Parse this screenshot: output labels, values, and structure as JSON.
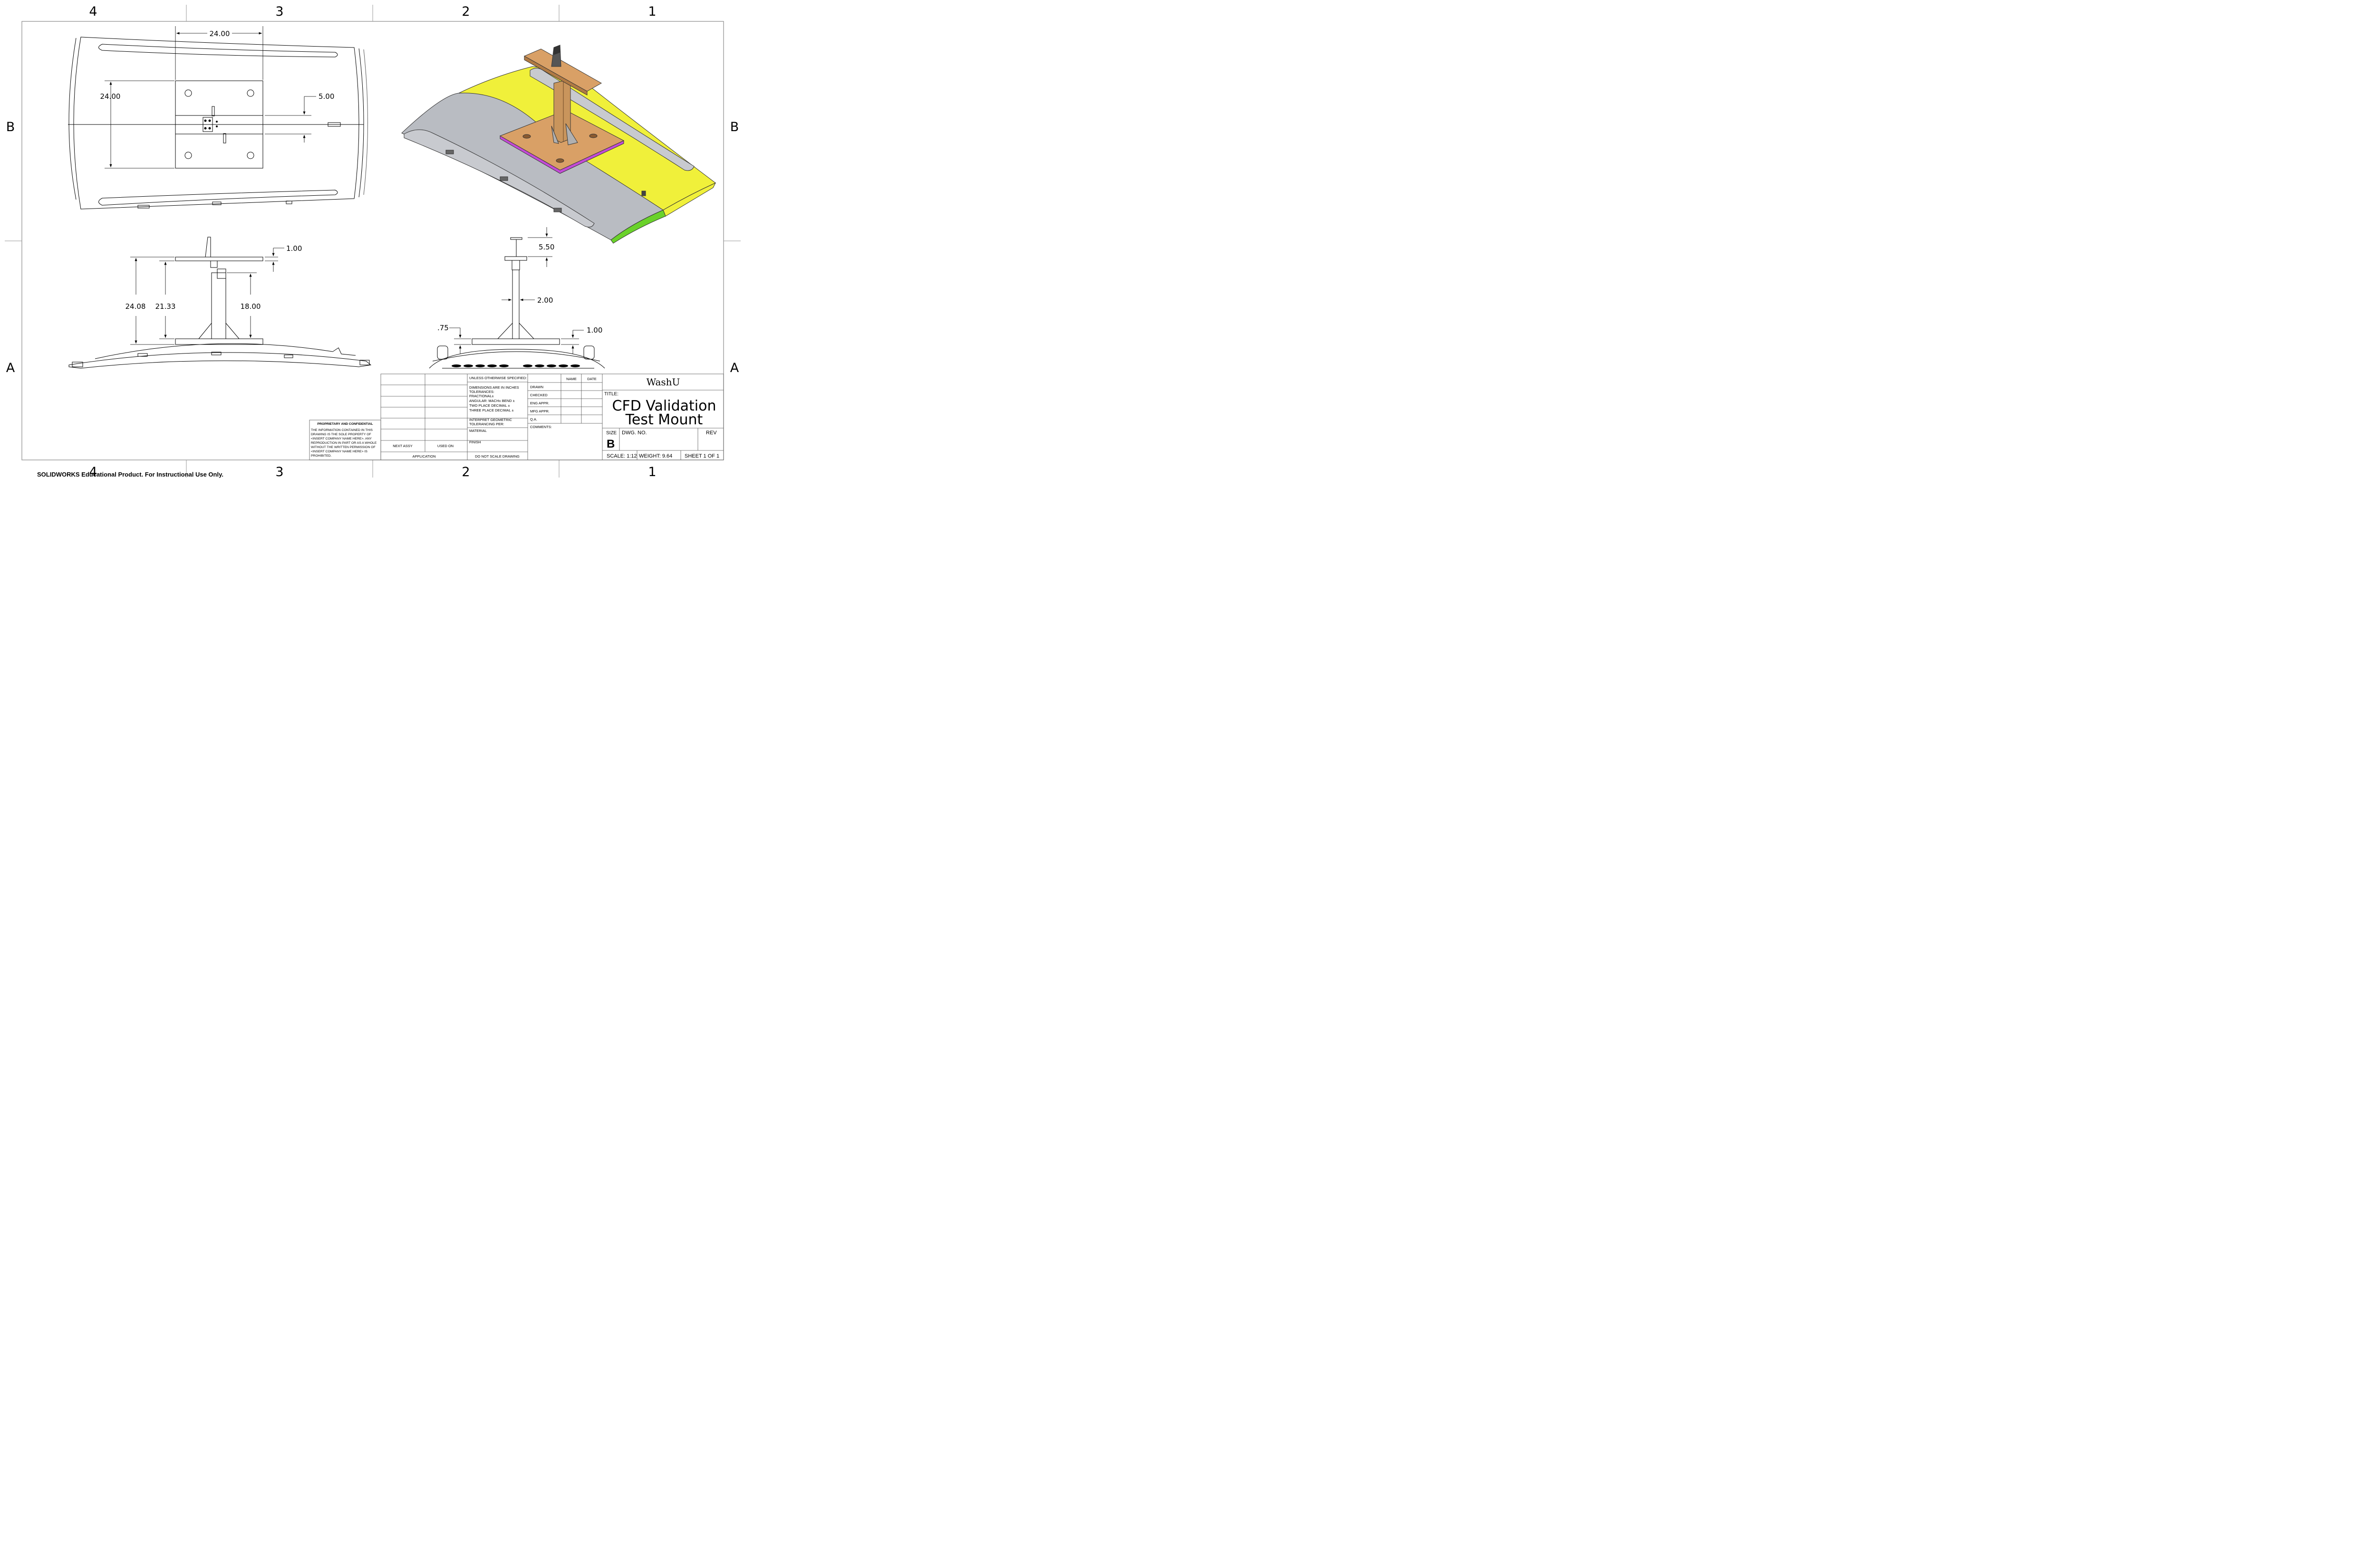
{
  "zones": {
    "columns": [
      "4",
      "3",
      "2",
      "1"
    ],
    "rows": [
      "B",
      "A"
    ]
  },
  "dimensions": {
    "top_width": "24.00",
    "top_height": "24.00",
    "top_offset": "5.00",
    "side_plate": "1.00",
    "side_total": "24.08",
    "side_mid": "21.33",
    "side_column": "18.00",
    "front_top": "5.50",
    "front_column": "2.00",
    "front_base_left": ".75",
    "front_base_right": "1.00"
  },
  "title_block": {
    "company": "WashU",
    "title_label": "TITLE:",
    "title_line1": "CFD Validation",
    "title_line2": "Test Mount",
    "size_label": "SIZE",
    "size_value": "B",
    "dwg_no_label": "DWG.  NO.",
    "rev_label": "REV",
    "scale": "SCALE: 1:12",
    "weight": "WEIGHT: 9.64",
    "sheet": "SHEET 1 OF 1",
    "name_header": "NAME",
    "date_header": "DATE",
    "roles": [
      "DRAWN",
      "CHECKED",
      "ENG APPR.",
      "MFG APPR.",
      "Q.A.",
      "COMMENTS:"
    ],
    "unless": "UNLESS OTHERWISE SPECIFIED:",
    "tolerances": [
      "DIMENSIONS ARE IN INCHES",
      "TOLERANCES:",
      "FRACTIONAL±",
      "ANGULAR: MACH±     BEND ±",
      "TWO PLACE DECIMAL    ±",
      "THREE PLACE DECIMAL  ±"
    ],
    "interpret": [
      "INTERPRET GEOMETRIC",
      "TOLERANCING PER:"
    ],
    "material": "MATERIAL",
    "finish": "FINISH",
    "do_not_scale": "DO NOT SCALE DRAWING",
    "next_assy": "NEXT ASSY",
    "used_on": "USED ON",
    "application": "APPLICATION"
  },
  "proprietary": {
    "heading": "PROPRIETARY AND CONFIDENTIAL",
    "lines": [
      "THE INFORMATION CONTAINED IN THIS",
      "DRAWING IS THE SOLE PROPERTY OF",
      "<INSERT COMPANY NAME HERE>.  ANY",
      "REPRODUCTION IN PART OR AS A WHOLE",
      "WITHOUT THE WRITTEN PERMISSION OF",
      "<INSERT COMPANY NAME HERE> IS",
      "PROHIBITED."
    ]
  },
  "footer": "SOLIDWORKS Educational Product. For Instructional Use Only.",
  "colors": {
    "wood": "#d9a066",
    "yellow": "#f0f03a",
    "gray": "#b9bcc2",
    "green": "#6ad22a",
    "purple": "#c34bd6"
  }
}
